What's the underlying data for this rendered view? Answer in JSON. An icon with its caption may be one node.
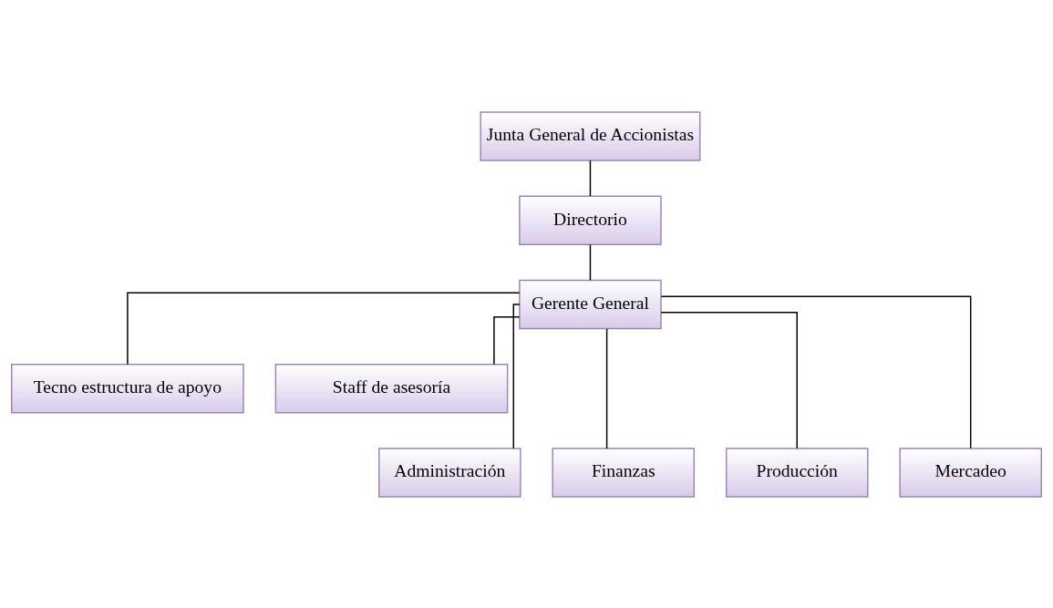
{
  "diagram": {
    "nodes": [
      {
        "text": [
          "Junta General de Accionistas"
        ]
      },
      {
        "text": [
          "Directorio"
        ]
      },
      {
        "text": [
          "Gerente General"
        ]
      },
      {
        "text": [
          "Tecno estructura de apoyo"
        ]
      },
      {
        "text": [
          "Staff de asesoría"
        ]
      },
      {
        "text": [
          "Administración"
        ]
      },
      {
        "text": [
          "Finanzas"
        ]
      },
      {
        "text": [
          "Producción"
        ]
      },
      {
        "text": [
          "Mercadeo"
        ]
      }
    ],
    "edges": [
      {
        "from": 0,
        "to": 1,
        "arrow": "none"
      },
      {
        "from": 1,
        "to": 2,
        "arrow": "none"
      },
      {
        "from": 2,
        "to": 3,
        "arrow": "none"
      },
      {
        "from": 2,
        "to": 4,
        "arrow": "none"
      },
      {
        "from": 2,
        "to": 5,
        "arrow": "none"
      },
      {
        "from": 2,
        "to": 6,
        "arrow": "none"
      },
      {
        "from": 2,
        "to": 7,
        "arrow": "none"
      },
      {
        "from": 2,
        "to": 8,
        "arrow": "none"
      }
    ]
  }
}
